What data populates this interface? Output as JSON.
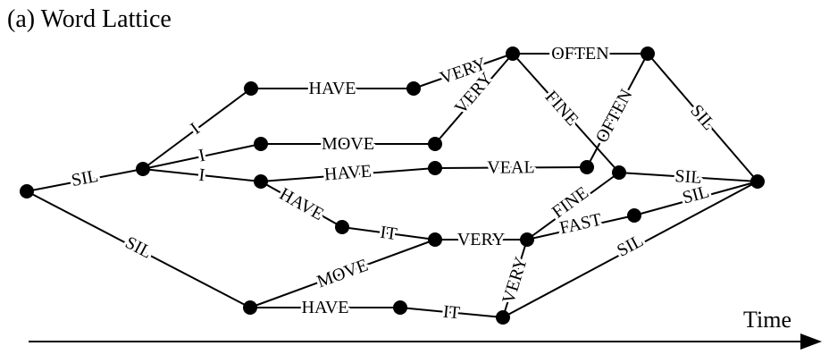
{
  "title": "(a) Word Lattice",
  "time_label": "Time",
  "nodes": [
    "n0",
    "n1",
    "n2",
    "n3",
    "n4",
    "n5",
    "n6",
    "n7",
    "n8",
    "n9",
    "n10",
    "n11",
    "n12",
    "n13",
    "n14",
    "n15",
    "n16",
    "n17",
    "n18",
    "n19"
  ],
  "edges": [
    {
      "from": "n0",
      "to": "n1",
      "label": "SIL"
    },
    {
      "from": "n0",
      "to": "n2",
      "label": "SIL"
    },
    {
      "from": "n1",
      "to": "n3",
      "label": "I"
    },
    {
      "from": "n1",
      "to": "n4",
      "label": "I"
    },
    {
      "from": "n1",
      "to": "n5",
      "label": "I"
    },
    {
      "from": "n3",
      "to": "n6",
      "label": "HAVE"
    },
    {
      "from": "n6",
      "to": "n10",
      "label": "VERY"
    },
    {
      "from": "n4",
      "to": "n7",
      "label": "MOVE"
    },
    {
      "from": "n7",
      "to": "n10",
      "label": "VERY"
    },
    {
      "from": "n5",
      "to": "n8",
      "label": "HAVE"
    },
    {
      "from": "n8",
      "to": "n11",
      "label": "VEAL"
    },
    {
      "from": "n5",
      "to": "n9",
      "label": "HAVE"
    },
    {
      "from": "n9",
      "to": "n12",
      "label": "IT"
    },
    {
      "from": "n2",
      "to": "n12",
      "label": "MOVE"
    },
    {
      "from": "n2",
      "to": "n13",
      "label": "HAVE"
    },
    {
      "from": "n13",
      "to": "n14",
      "label": "IT"
    },
    {
      "from": "n10",
      "to": "n15",
      "label": "OFTEN"
    },
    {
      "from": "n10",
      "to": "n16",
      "label": "FINE"
    },
    {
      "from": "n11",
      "to": "n15",
      "label": "OFTEN"
    },
    {
      "from": "n12",
      "to": "n17",
      "label": "VERY"
    },
    {
      "from": "n14",
      "to": "n17",
      "label": "VERY"
    },
    {
      "from": "n17",
      "to": "n16",
      "label": "FINE"
    },
    {
      "from": "n17",
      "to": "n18",
      "label": "FAST"
    },
    {
      "from": "n15",
      "to": "n19",
      "label": "SIL"
    },
    {
      "from": "n16",
      "to": "n19",
      "label": "SIL"
    },
    {
      "from": "n18",
      "to": "n19",
      "label": "SIL"
    },
    {
      "from": "n14",
      "to": "n19",
      "label": "SIL"
    }
  ]
}
